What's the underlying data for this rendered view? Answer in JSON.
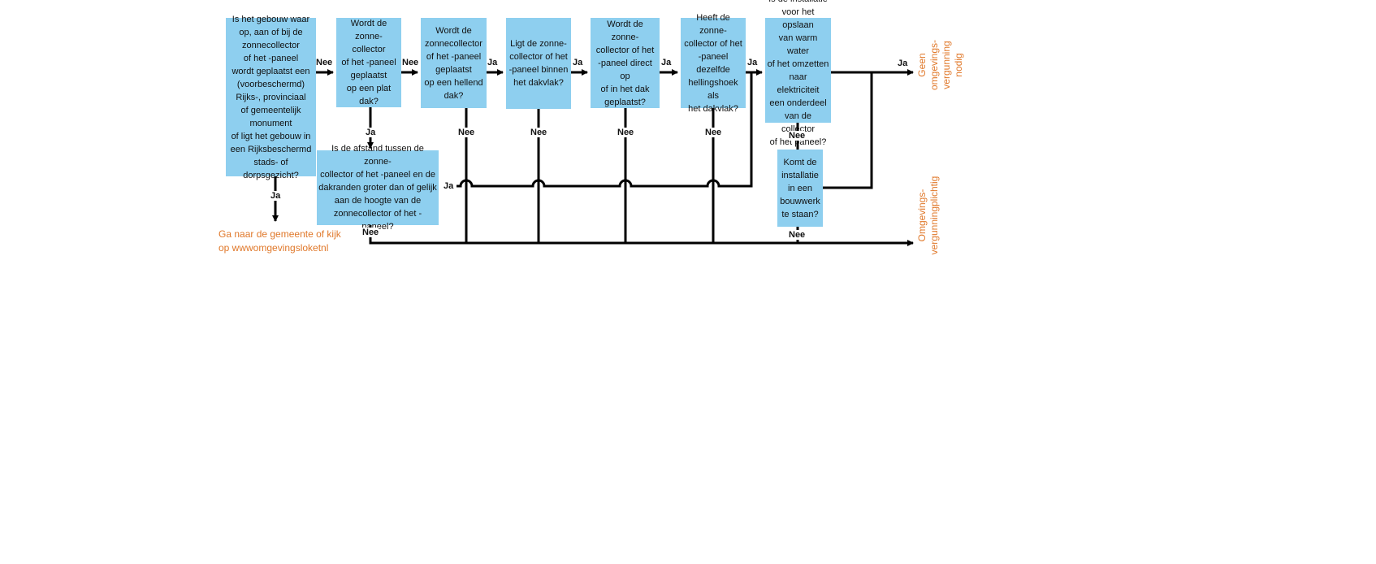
{
  "boxes": {
    "q1": "Is het gebouw waar\nop, aan of  bij de\nzonnecollector\nof het -paneel\nwordt geplaatst een\n(voorbeschermd)\nRijks-, provinciaal\nof gemeentelijk\nmonument\nof ligt het gebouw in\neen Rijksbeschermd\nstads- of dorpsgezicht?",
    "q2": "Wordt  de\nzonne-\ncollector\nof het -paneel\ngeplaatst\nop een plat dak?",
    "q3": "Wordt  de\nzonnecollector\nof het -paneel\ngeplaatst\nop een hellend\ndak?",
    "q4": "Ligt de zonne-\ncollector of het\n-paneel binnen\nhet dakvlak?",
    "q5": "Wordt de zonne-\ncollector of het\n-paneel direct op\nof in het dak\ngeplaatst?",
    "q6": "Heeft de zonne-\ncollector of het\n-paneel dezelfde\nhellingshoek als\nhet dakvlak?",
    "q7": "Is de installatie\nvoor het opslaan\nvan warm water\nof het omzetten\nnaar elektriciteit\neen onderdeel\nvan de collector\nof het paneel?",
    "q8": "Is de afstand tussen de zonne-\ncollector of het -paneel en de\ndakranden groter dan of gelijk\naan de hoogte van de\nzonnecollector of het -paneel?",
    "q9": "Komt de\ninstallatie\nin een\nbouwwerk\nte staan?"
  },
  "labels": {
    "nee": "Nee",
    "ja": "Ja"
  },
  "outcomes": {
    "gemeente_line1": "Ga naar de gemeente of kijk",
    "gemeente_line2": "op wwwomgevingsloketnl",
    "geen_vergunning": "Geen omgevings-\nvergunning nodig",
    "vergunningplichtig": "Omgevings-\nvergunningplichtig"
  },
  "colors": {
    "box": "#8ecfef",
    "outcome": "#e0782a",
    "line": "#000000"
  }
}
